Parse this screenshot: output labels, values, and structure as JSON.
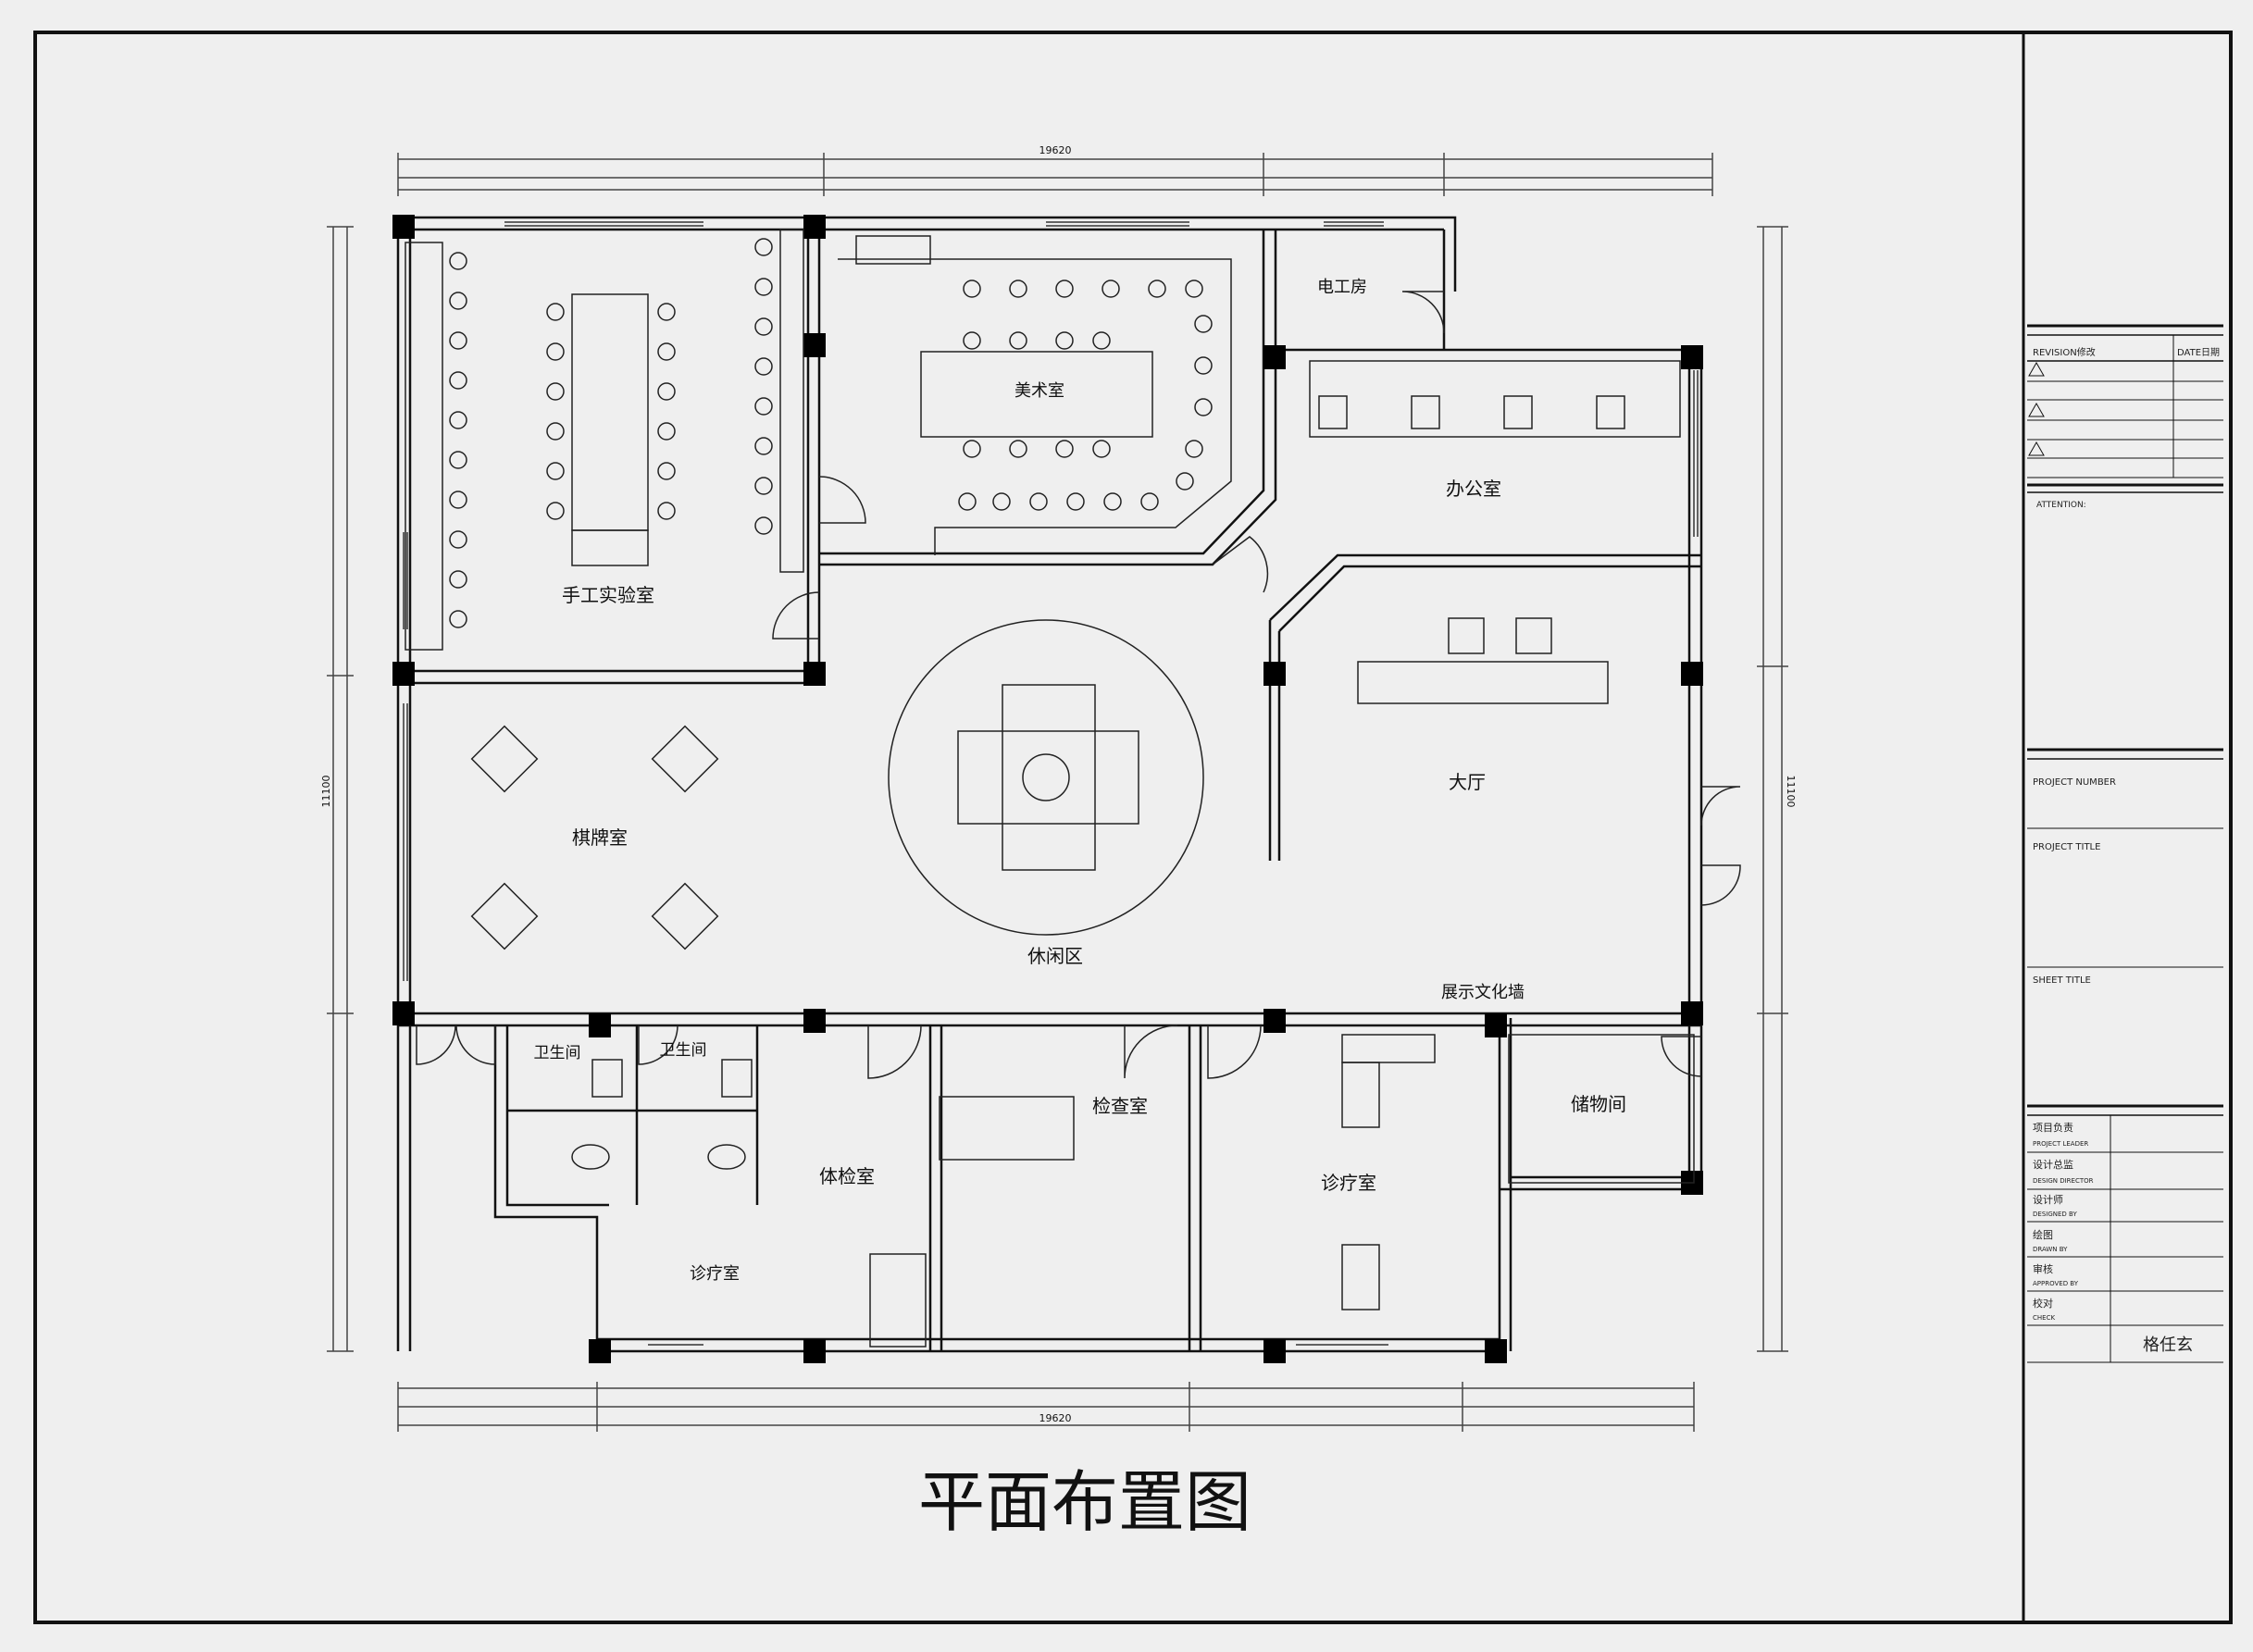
{
  "drawing_title": "平面布置图",
  "rooms": {
    "handcraft_lab": "手工实验室",
    "art_room": "美术室",
    "electric_room": "电工房",
    "office": "办公室",
    "chess_room": "棋牌室",
    "leisure_area": "休闲区",
    "hall": "大厅",
    "culture_wall": "展示文化墙",
    "toilet_1": "卫生间",
    "toilet_2": "卫生间",
    "physical_exam": "体检室",
    "inspection_room": "检查室",
    "treatment_room_1": "诊疗室",
    "treatment_room_2": "诊疗室",
    "storage_room": "储物间"
  },
  "dimensions": {
    "top_total": "19620",
    "bottom_total": "19620",
    "left_total": "11100",
    "right_total": "11100"
  },
  "title_block": {
    "revision": "REVISION修改",
    "date": "DATE日期",
    "attention": "ATTENTION:",
    "project_number": "PROJECT NUMBER",
    "project_title": "PROJECT TITLE",
    "sheet_title": "SHEET TITLE",
    "leader_cn": "项目负责",
    "leader_en": "PROJECT LEADER",
    "director_cn": "设计总监",
    "director_en": "DESIGN DIRECTOR",
    "designer_cn": "设计师",
    "designer_en": "DESIGNED BY",
    "drawn_cn": "绘图",
    "drawn_en": "DRAWN BY",
    "approved_cn": "审核",
    "approved_en": "APPROVED BY",
    "check_cn": "校对",
    "check_en": "CHECK",
    "signature": "格任玄"
  }
}
